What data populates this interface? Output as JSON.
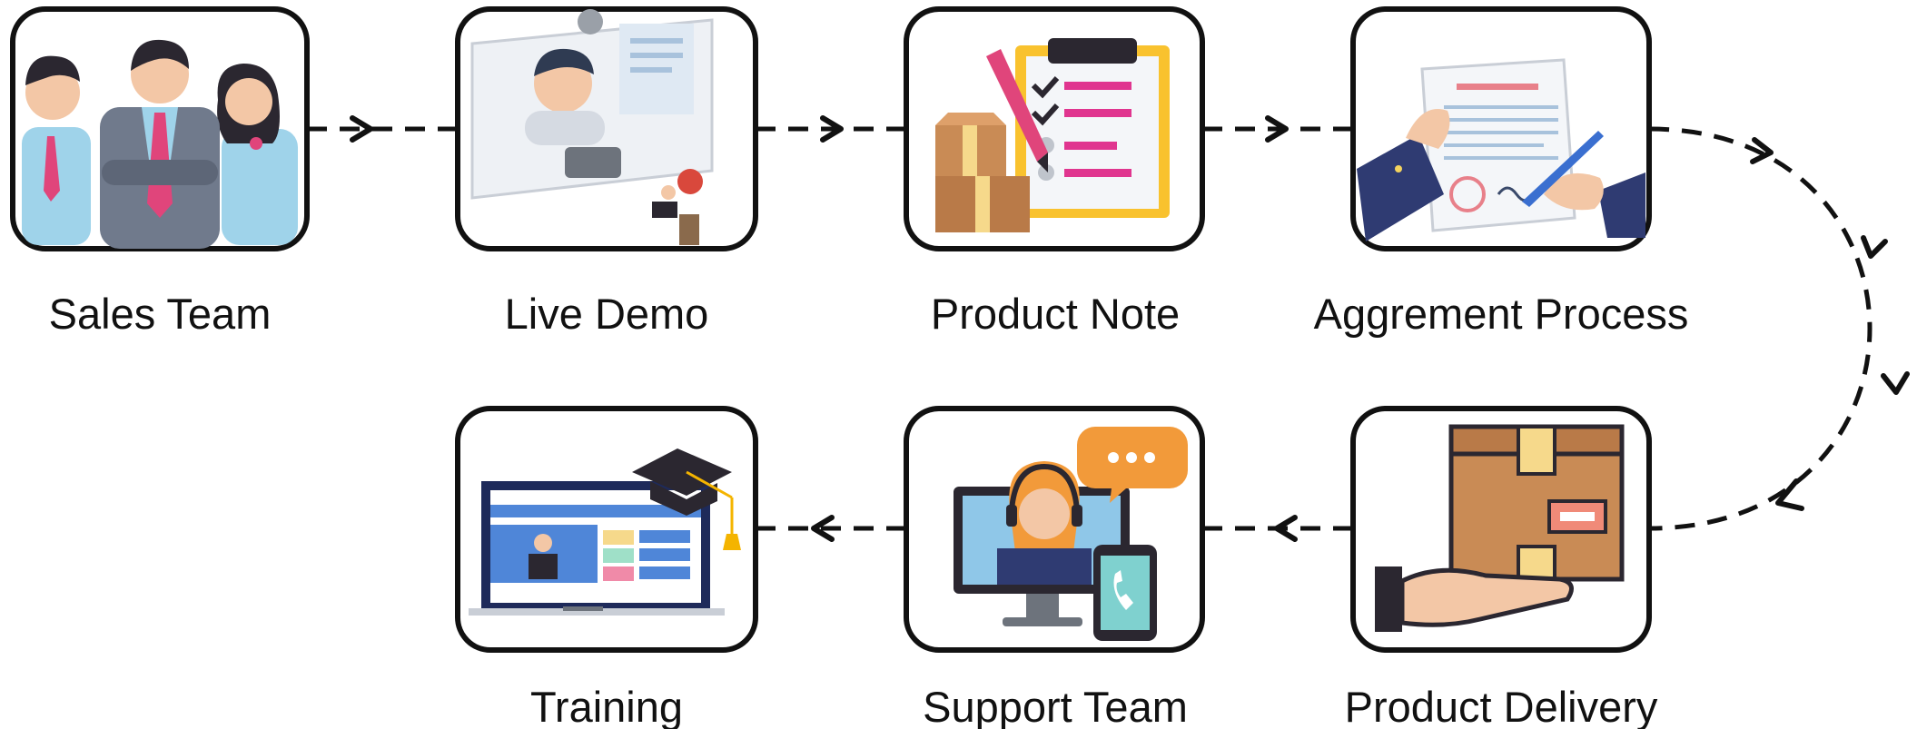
{
  "nodes": {
    "sales_team": {
      "label": "Sales Team",
      "icon": "sales-team-icon"
    },
    "live_demo": {
      "label": "Live Demo",
      "icon": "video-presentation-icon"
    },
    "product_note": {
      "label": "Product Note",
      "icon": "clipboard-checklist-icon"
    },
    "agreement_process": {
      "label": "Aggrement Process",
      "icon": "contract-signing-icon"
    },
    "product_delivery": {
      "label": "Product Delivery",
      "icon": "package-in-hand-icon"
    },
    "support_team": {
      "label": "Support Team",
      "icon": "customer-support-headset-icon"
    },
    "training": {
      "label": "Training",
      "icon": "online-training-graduation-icon"
    }
  },
  "colors": {
    "outline": "#111111",
    "skin": "#f3c7a6",
    "shirt_blue": "#9fd3ea",
    "suit_grey": "#707a8c",
    "tie_pink": "#e0457b",
    "hair_dark": "#2b2730",
    "clipboard_yellow": "#f9c22e",
    "checklist_pink": "#e0358f",
    "box_brown": "#c98b55",
    "box_tape": "#f6d98b",
    "paper": "#f4f6f9",
    "screen_blue": "#7fb8dd",
    "orange_bubble": "#f29a3a"
  }
}
